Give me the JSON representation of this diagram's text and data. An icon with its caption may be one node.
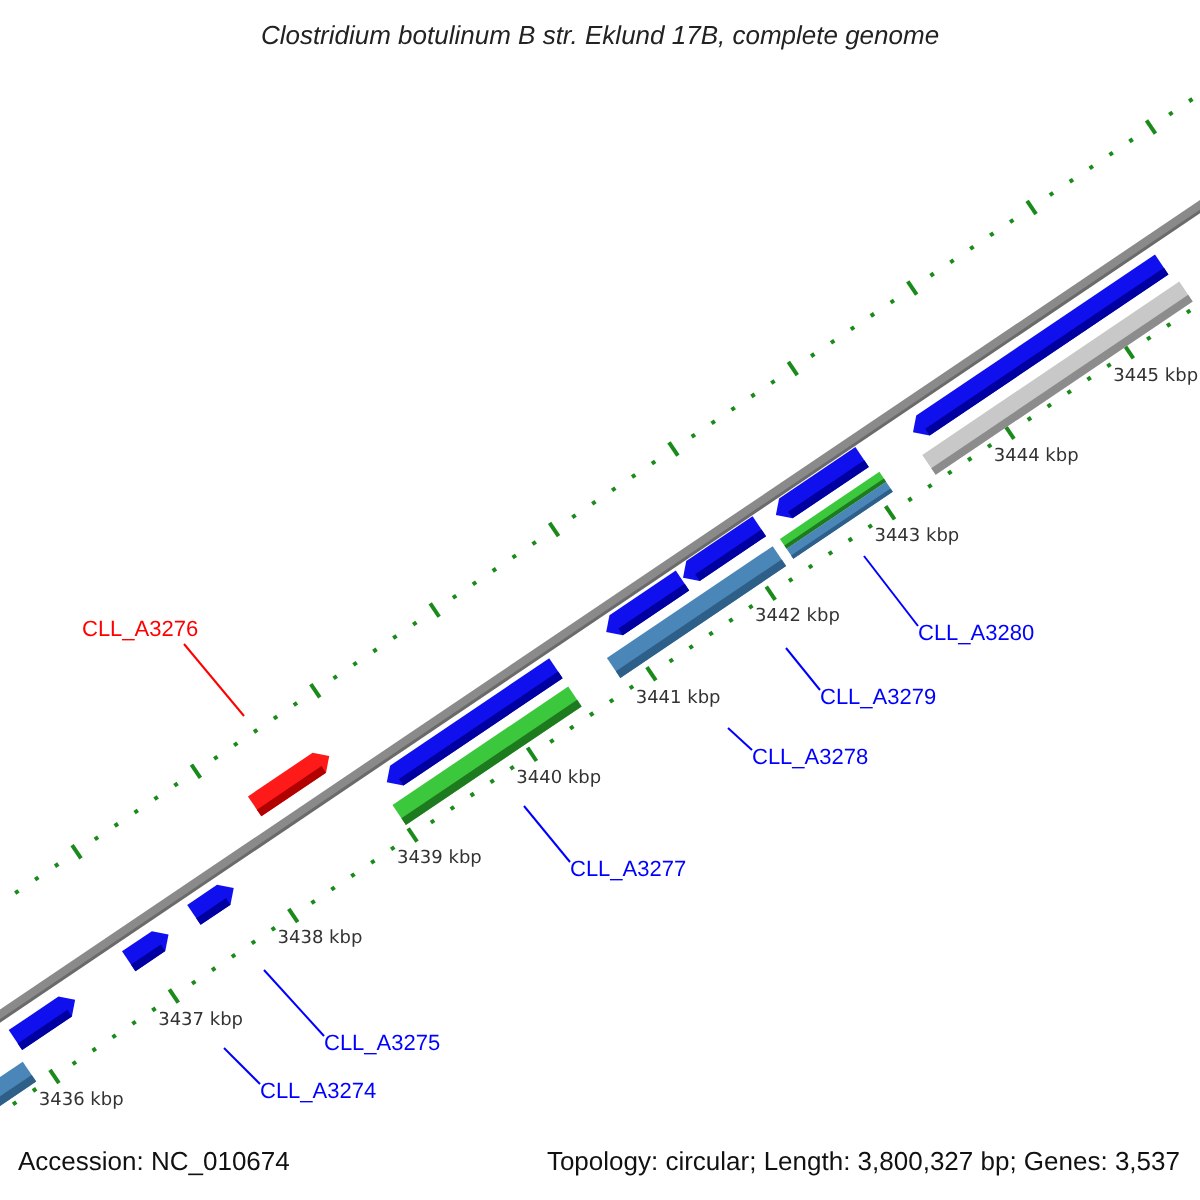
{
  "diagram": {
    "title": "Clostridium botulinum B str. Eklund 17B, complete genome",
    "nodes": [
      {
        "text": [
          "CLL_A3276"
        ]
      },
      {
        "text": [
          "CLL_A3280"
        ]
      },
      {
        "text": [
          "CLL_A3279"
        ]
      },
      {
        "text": [
          "CLL_A3278"
        ]
      },
      {
        "text": [
          "CLL_A3277"
        ]
      },
      {
        "text": [
          "CLL_A3275"
        ]
      },
      {
        "text": [
          "CLL_A3274"
        ]
      }
    ],
    "edges": [
      {
        "from": 0,
        "to": null,
        "arrow": "none",
        "color": "#ff0000"
      },
      {
        "from": 1,
        "to": null,
        "arrow": "none"
      },
      {
        "from": 2,
        "to": null,
        "arrow": "none"
      },
      {
        "from": 3,
        "to": null,
        "arrow": "none"
      },
      {
        "from": 4,
        "to": null,
        "arrow": "none"
      },
      {
        "from": 5,
        "to": null,
        "arrow": "none"
      },
      {
        "from": 6,
        "to": null,
        "arrow": "none"
      }
    ],
    "labels": [
      "3445 kbp",
      "3444 kbp",
      "3443 kbp",
      "3442 kbp",
      "3441 kbp",
      "3440 kbp",
      "3439 kbp",
      "3438 kbp",
      "3437 kbp",
      "3436 kbp",
      "Accession: NC_010674",
      "Topology: circular; Length: 3,800,327 bp; Genes: 3,537"
    ]
  }
}
